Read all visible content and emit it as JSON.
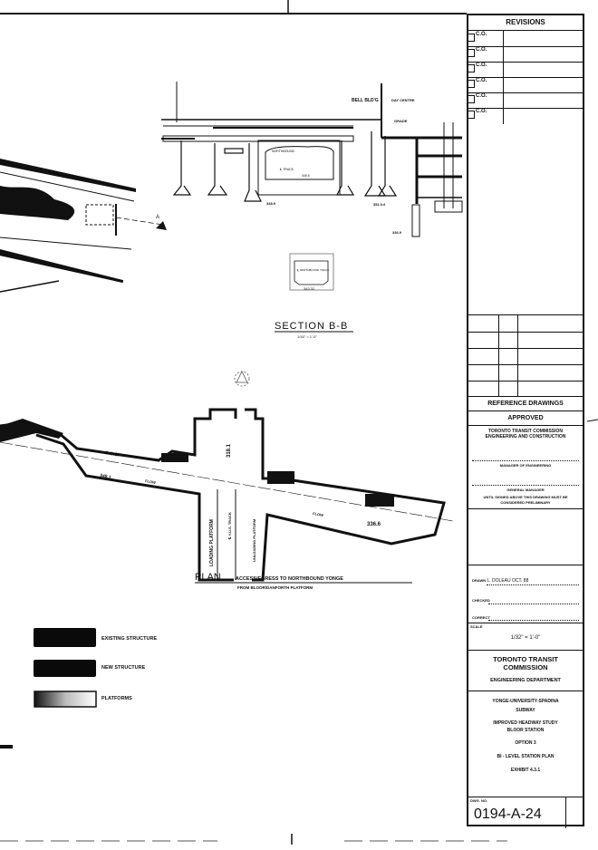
{
  "section": {
    "title": "SECTION B-B",
    "scale": "1/16\" = 1'-0\"",
    "labels": {
      "bell_bldg": "BELL BLD'G",
      "day_centre": "DAY CENTRE",
      "grade": "GRADE",
      "northbound": "NORTHBOUND",
      "track": "℄ TRACK",
      "elev_tunnel": "349.5",
      "elev_left": "348.9",
      "elev_footing": "351.0.6",
      "elev_right": "336.9",
      "inset_label": "℄ NORTHBOUND TRACK",
      "inset_elev": "343.32",
      "section_marker": "A"
    }
  },
  "plan": {
    "title": "PLAN",
    "subtitle_line1": "ACCESS/EGRESS TO NORTHBOUND YONGE",
    "subtitle_line2": "FROM BLOOR/DANFORTH PLATFORM",
    "labels": {
      "bds": "← B.D.S.",
      "elev_left": "348.1",
      "elev_stair": "318.1",
      "elev_right": "336.6",
      "loading_platform": "LOADING PLATFORM",
      "unloading_platform": "UNLOADING PLATFORM",
      "yus": "℄ Y.U.S. TRACK",
      "flow": "FLOW"
    }
  },
  "legend": [
    {
      "label": "EXISTING STRUCTURE",
      "fill": "#0a0a0a"
    },
    {
      "label": "NEW STRUCTURE",
      "fill": "#0a0a0a"
    },
    {
      "label": "PLATFORMS",
      "fill": "gradient"
    }
  ],
  "title_block": {
    "revisions_header": "REVISIONS",
    "revision_rows": [
      "C.O.",
      "C.O.",
      "C.O.",
      "C.O.",
      "C.O.",
      "C.O."
    ],
    "reference_drawings": "REFERENCE DRAWINGS",
    "approved": "APPROVED",
    "ttc_ec_line1": "TORONTO TRANSIT COMMISSION",
    "ttc_ec_line2": "ENGINEERING AND CONSTRUCTION",
    "manager": "MANAGER OF ENGINEERING",
    "general_manager": "GENERAL MANAGER",
    "prelim_line1": "UNTIL SIGNED ABOVE THIS DRAWING MUST BE",
    "prelim_line2": "CONSIDERED PRELIMINARY",
    "drawn_label": "DRAWN",
    "drawn_value": "L. DOLEAU   OCT. 88",
    "checked_label": "CHECKED",
    "correct_label": "CORRECT",
    "scale_label": "SCALE",
    "scale_value": "1/32\" = 1'-0\"",
    "org_line1": "TORONTO TRANSIT",
    "org_line2": "COMMISSION",
    "department": "ENGINEERING DEPARTMENT",
    "project_line1": "YONGE-UNIVERSITY-SPADINA",
    "project_line2": "SUBWAY",
    "project_line3": "IMPROVED HEADWAY STUDY",
    "project_line4": "BLOOR STATION",
    "project_line5": "OPTION 3",
    "project_line6": "BI - LEVEL STATION PLAN",
    "project_line7": "EXHIBIT 4.3.1",
    "dwg_no_label": "DWG. NO.",
    "dwg_no": "0194-A-24"
  }
}
